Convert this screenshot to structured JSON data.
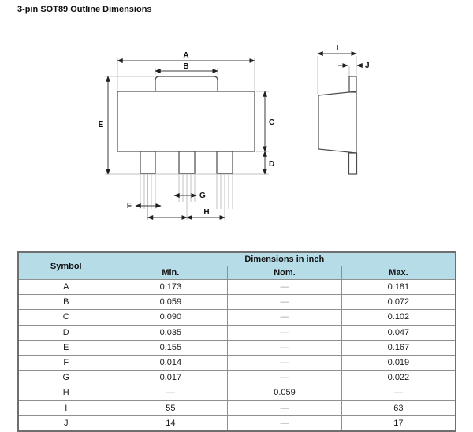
{
  "title": "3-pin SOT89 Outline Dimensions",
  "diagram": {
    "labels": {
      "A": "A",
      "B": "B",
      "C": "C",
      "D": "D",
      "E": "E",
      "F": "F",
      "G": "G",
      "H": "H",
      "I": "I",
      "J": "J"
    }
  },
  "table": {
    "symbol_header": "Symbol",
    "group_header": "Dimensions in inch",
    "columns": {
      "min": "Min.",
      "nom": "Nom.",
      "max": "Max."
    },
    "rows": [
      {
        "symbol": "A",
        "min": "0.173",
        "nom": "—",
        "max": "0.181"
      },
      {
        "symbol": "B",
        "min": "0.059",
        "nom": "—",
        "max": "0.072"
      },
      {
        "symbol": "C",
        "min": "0.090",
        "nom": "—",
        "max": "0.102"
      },
      {
        "symbol": "D",
        "min": "0.035",
        "nom": "—",
        "max": "0.047"
      },
      {
        "symbol": "E",
        "min": "0.155",
        "nom": "—",
        "max": "0.167"
      },
      {
        "symbol": "F",
        "min": "0.014",
        "nom": "—",
        "max": "0.019"
      },
      {
        "symbol": "G",
        "min": "0.017",
        "nom": "—",
        "max": "0.022"
      },
      {
        "symbol": "H",
        "min": "—",
        "nom": "0.059",
        "max": "—"
      },
      {
        "symbol": "I",
        "min": "55",
        "nom": "—",
        "max": "63"
      },
      {
        "symbol": "J",
        "min": "14",
        "nom": "—",
        "max": "17"
      }
    ]
  },
  "colors": {
    "header_bg": "#b6dce8",
    "table_border": "#6f6f6f",
    "line": "#4a4a4a",
    "faint_line": "#c2c2c2",
    "dash_text": "#9e9e9e"
  }
}
